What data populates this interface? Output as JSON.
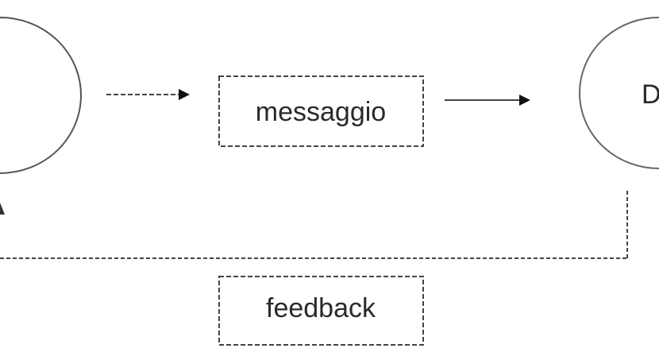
{
  "diagram": {
    "nodes": {
      "message": {
        "label": "messaggio"
      },
      "feedback": {
        "label": "feedback"
      },
      "right_partial": {
        "label": "D"
      }
    }
  }
}
